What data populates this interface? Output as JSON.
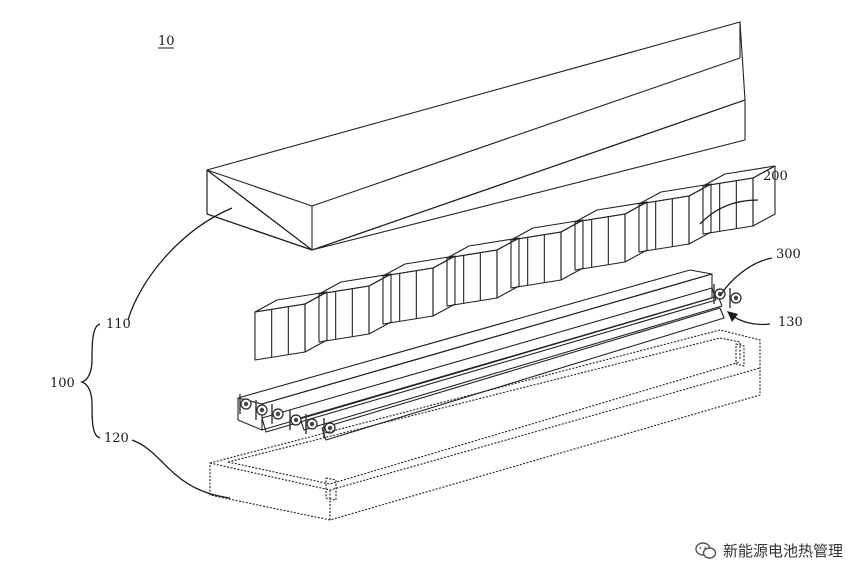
{
  "figure": {
    "labels": {
      "assembly": "10",
      "top_cover": "110",
      "housing": "100",
      "base_tray": "120",
      "cells": "200",
      "cooling_plates": "300",
      "connector": "130"
    }
  },
  "watermark": {
    "text": "新能源电池热管理",
    "icon": "wechat-icon"
  }
}
